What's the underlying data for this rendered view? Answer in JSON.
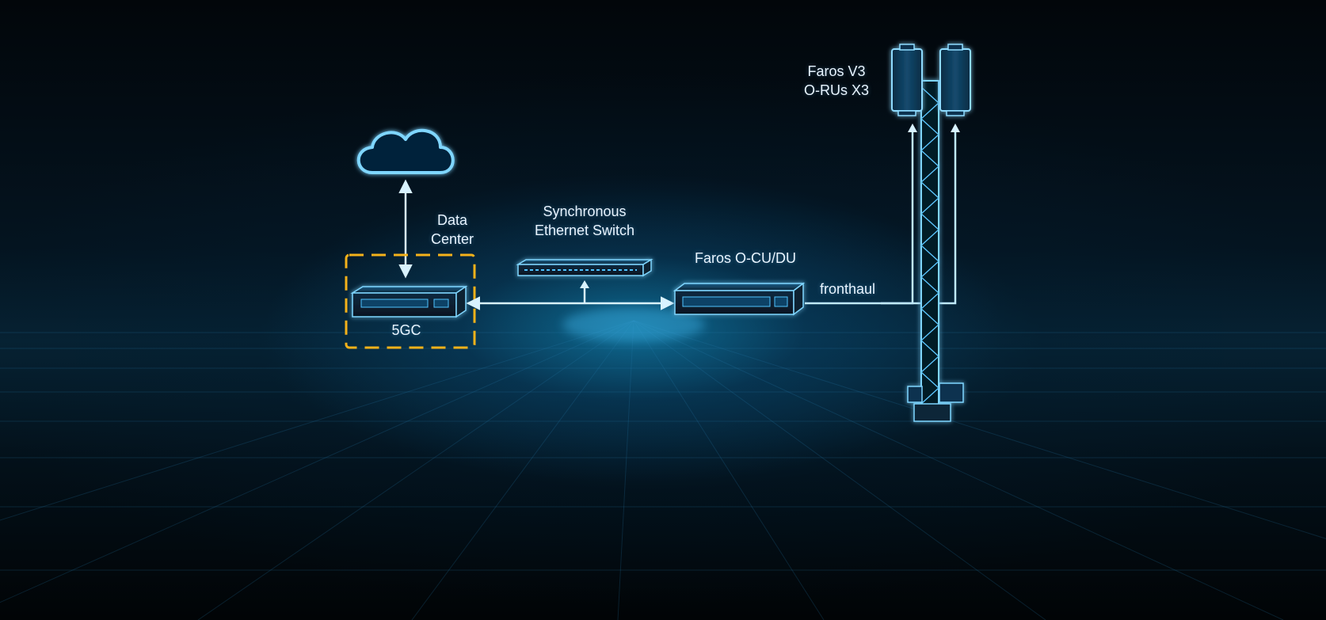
{
  "labels": {
    "data_center": [
      "Data",
      "Center"
    ],
    "core": "5GC",
    "switch": [
      "Synchronous",
      "Ethernet Switch"
    ],
    "cu_du": "Faros O-CU/DU",
    "fronthaul": "fronthaul",
    "oru": [
      "Faros V3",
      "O-RUs X3"
    ]
  },
  "icons": {
    "cloud": "cloud-icon",
    "core_server": "server-icon",
    "switch": "network-switch-icon",
    "cu_du": "server-icon",
    "tower": "cell-tower-icon",
    "radio_unit": "radio-unit-icon"
  },
  "colors": {
    "glow": "#4fc3ff",
    "line": "#bfe9ff",
    "highlight_box": "#f5b21a",
    "text": "#e8f4ff",
    "background": "#02070c"
  }
}
